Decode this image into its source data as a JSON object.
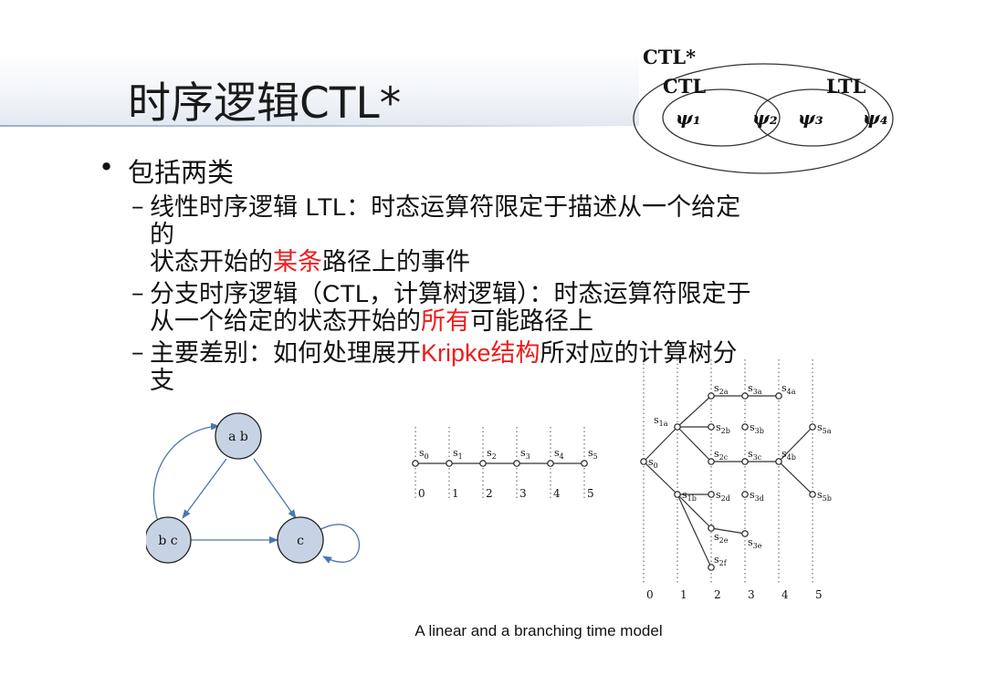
{
  "slide": {
    "title": "时序逻辑CTL*",
    "bullet_main": "包括两类",
    "sub1_prefix": "线性时序逻辑 ",
    "sub1_bold": "LTL",
    "sub1_text_a": "：时态运算符限定于描述从一个给定的",
    "sub1_text_b": "状态开始的",
    "sub1_red": "某条",
    "sub1_text_c": "路径上的事件",
    "sub2_prefix": "分支时序逻辑（",
    "sub2_bold": "CTL",
    "sub2_text_a": "，计算树逻辑）：时态运算符限定于",
    "sub2_text_b": "从一个给定的状态开始的",
    "sub2_red": "所有",
    "sub2_text_c": "可能路径上",
    "sub3_text_a": "主要差别：如何处理展开",
    "sub3_red_en": "Kripke",
    "sub3_red_cn": "结构",
    "sub3_text_b": "所对应的计算树分支",
    "caption": "A linear and a branching time model"
  },
  "venn": {
    "outer_label": "CTL*",
    "ctl_label": "CTL",
    "ltl_label": "LTL",
    "psi1": "ψ₁",
    "psi2": "ψ₂",
    "psi3": "ψ₃",
    "psi4": "ψ₄"
  },
  "kripke": {
    "top_node": "a b",
    "left_node": "b c",
    "right_node": "c"
  },
  "linear": {
    "states": [
      "s0",
      "s1",
      "s2",
      "s3",
      "s4",
      "s5"
    ],
    "times": [
      "0",
      "1",
      "2",
      "3",
      "4",
      "5"
    ]
  },
  "branching": {
    "times": [
      "0",
      "1",
      "2",
      "3",
      "4",
      "5"
    ],
    "states": {
      "s0": "s0",
      "s1a": "s1a",
      "s1b": "s1b",
      "s2a": "s2a",
      "s2b": "s2b",
      "s2c": "s2c",
      "s2d": "s2d",
      "s2e": "s2e",
      "s2f": "s2f",
      "s3a": "s3a",
      "s3b": "s3b",
      "s3c": "s3c",
      "s3d": "s3d",
      "s3e": "s3e",
      "s4a": "s4a",
      "s4b": "s4b",
      "s5a": "s5a",
      "s5b": "s5b"
    }
  },
  "colors": {
    "red_text": "#ee1c1c",
    "node_fill": "#c6d3e4",
    "arrow": "#4a76b3"
  }
}
